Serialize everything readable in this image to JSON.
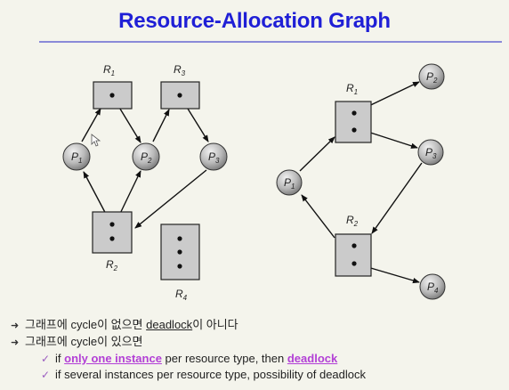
{
  "title": "Resource-Allocation Graph",
  "left_graph": {
    "resources": [
      {
        "name": "R",
        "sub": "1"
      },
      {
        "name": "R",
        "sub": "3"
      },
      {
        "name": "R",
        "sub": "2"
      },
      {
        "name": "R",
        "sub": "4"
      }
    ],
    "processes": [
      {
        "name": "P",
        "sub": "1"
      },
      {
        "name": "P",
        "sub": "2"
      },
      {
        "name": "P",
        "sub": "3"
      }
    ]
  },
  "right_graph": {
    "resources": [
      {
        "name": "R",
        "sub": "1"
      },
      {
        "name": "R",
        "sub": "2"
      }
    ],
    "processes": [
      {
        "name": "P",
        "sub": "1"
      },
      {
        "name": "P",
        "sub": "2"
      },
      {
        "name": "P",
        "sub": "3"
      },
      {
        "name": "P",
        "sub": "4"
      }
    ]
  },
  "bullets": {
    "b1_pre": "그래프에 cycle이 없으면 ",
    "b1_u": "deadlock",
    "b1_post": "이 아니다",
    "b2": "그래프에 cycle이 있으면",
    "s1_pre": "if ",
    "s1_hl": "only one instance",
    "s1_mid": " per resource type, then ",
    "s1_hl2": "deadlock",
    "s2": "if several instances per resource type, possibility of deadlock"
  }
}
